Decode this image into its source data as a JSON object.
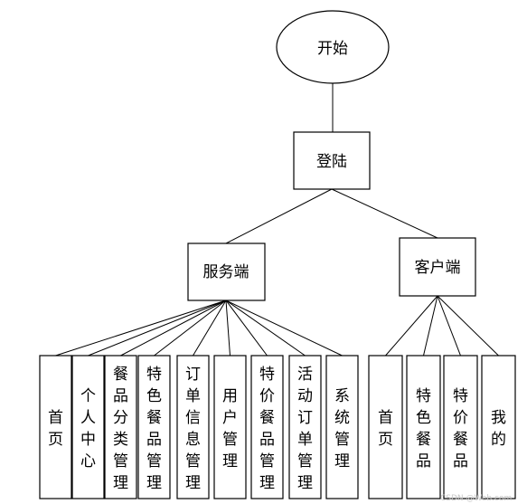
{
  "root": {
    "label": "开始"
  },
  "login": {
    "label": "登陆"
  },
  "server": {
    "label": "服务端",
    "children": [
      "首页",
      "个人中心",
      "餐品分类管理",
      "特色餐品管理",
      "订单信息管理",
      "用户管理",
      "特价餐品管理",
      "活动订单管理",
      "系统管理"
    ]
  },
  "client": {
    "label": "客户端",
    "children": [
      "首页",
      "特色餐品",
      "特价餐品",
      "我的"
    ]
  },
  "watermark": "CSDN @Web.com"
}
